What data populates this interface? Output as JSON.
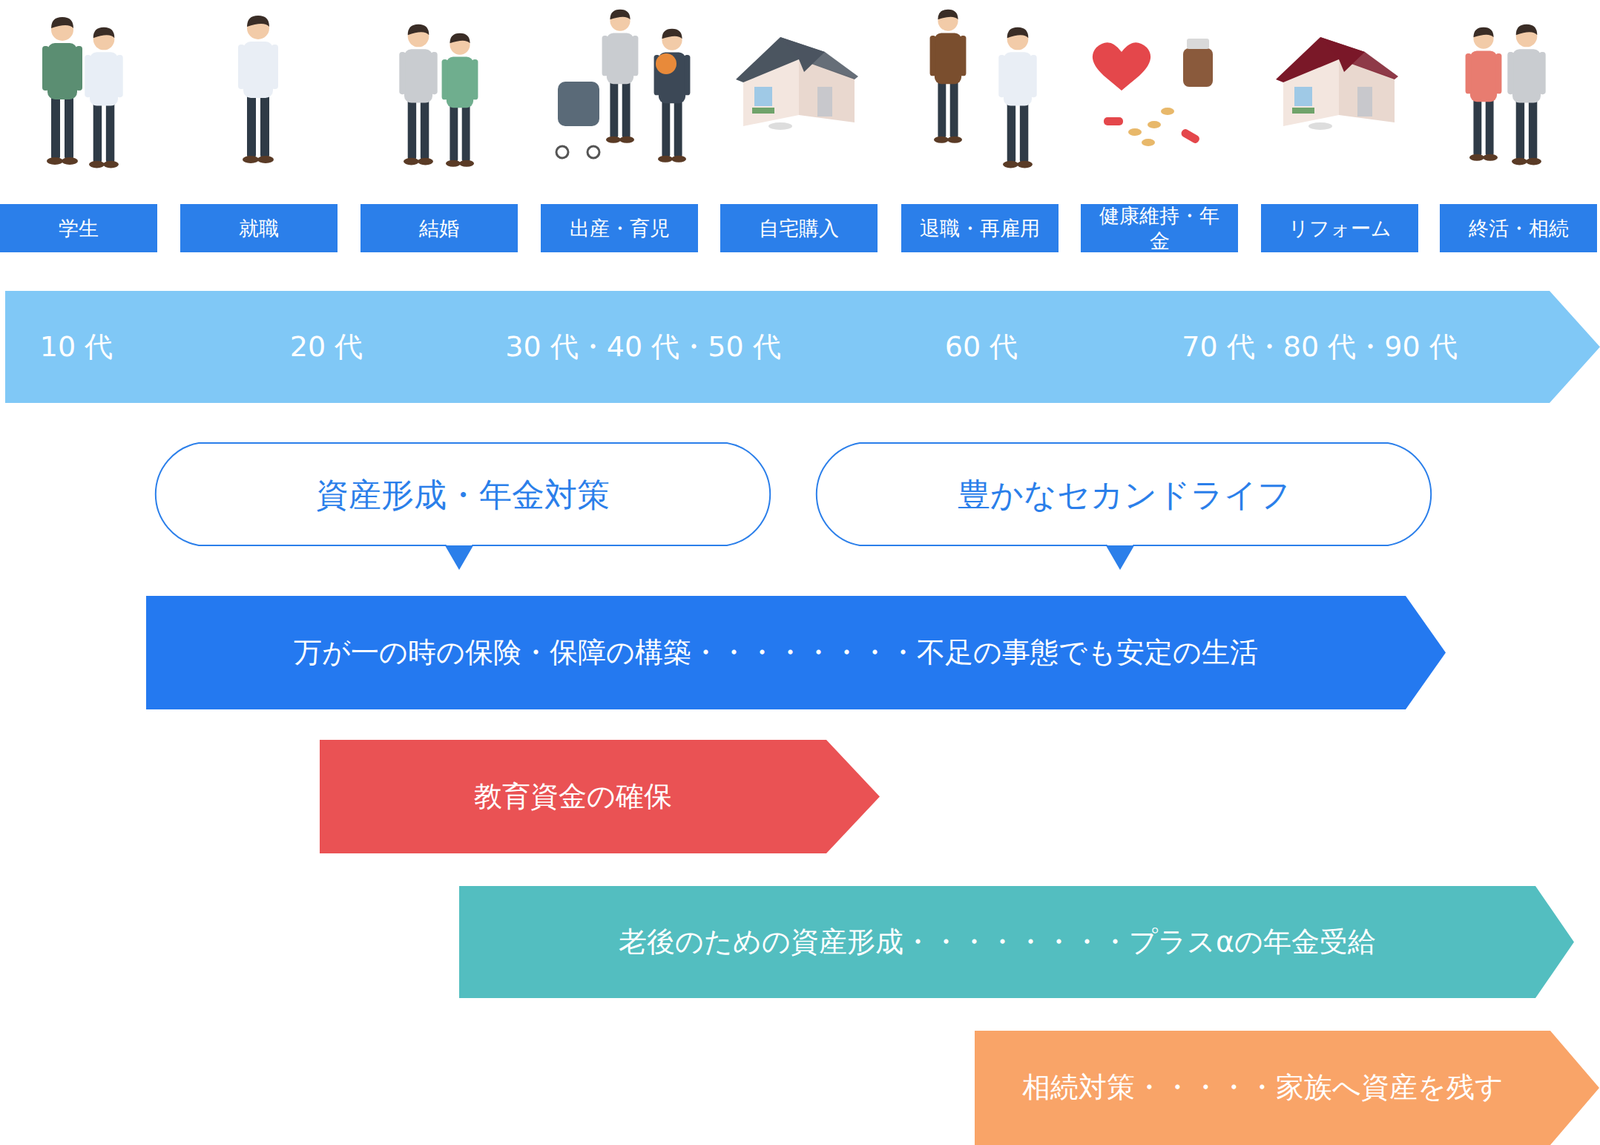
{
  "diagram": {
    "nodes": [
      {
        "text": [
          "学生"
        ]
      },
      {
        "text": [
          "就職"
        ]
      },
      {
        "text": [
          "結婚"
        ]
      },
      {
        "text": [
          "出産・育児"
        ]
      },
      {
        "text": [
          "自宅購入"
        ]
      },
      {
        "text": [
          "退職・再雇用"
        ]
      },
      {
        "text": [
          "健康維持・年金"
        ]
      },
      {
        "text": [
          "リフォーム"
        ]
      },
      {
        "text": [
          "終活・相続"
        ]
      },
      {
        "text": [
          "10 代",
          "20 代",
          "30 代・40 代・50 代",
          "60 代",
          "70 代・80 代・90 代"
        ]
      },
      {
        "text": [
          "資産形成・年金対策"
        ]
      },
      {
        "text": [
          "豊かなセカンドライフ"
        ]
      },
      {
        "text": [
          "万が一の時の保険・保障の構築・・・・・・・・不足の事態でも安定の生活"
        ]
      },
      {
        "text": [
          "教育資金の確保"
        ]
      },
      {
        "text": [
          "老後のための資産形成・・・・・・・・プラスαの年金受給"
        ]
      },
      {
        "text": [
          "相続対策・・・・・家族へ資産を残す"
        ]
      }
    ]
  }
}
